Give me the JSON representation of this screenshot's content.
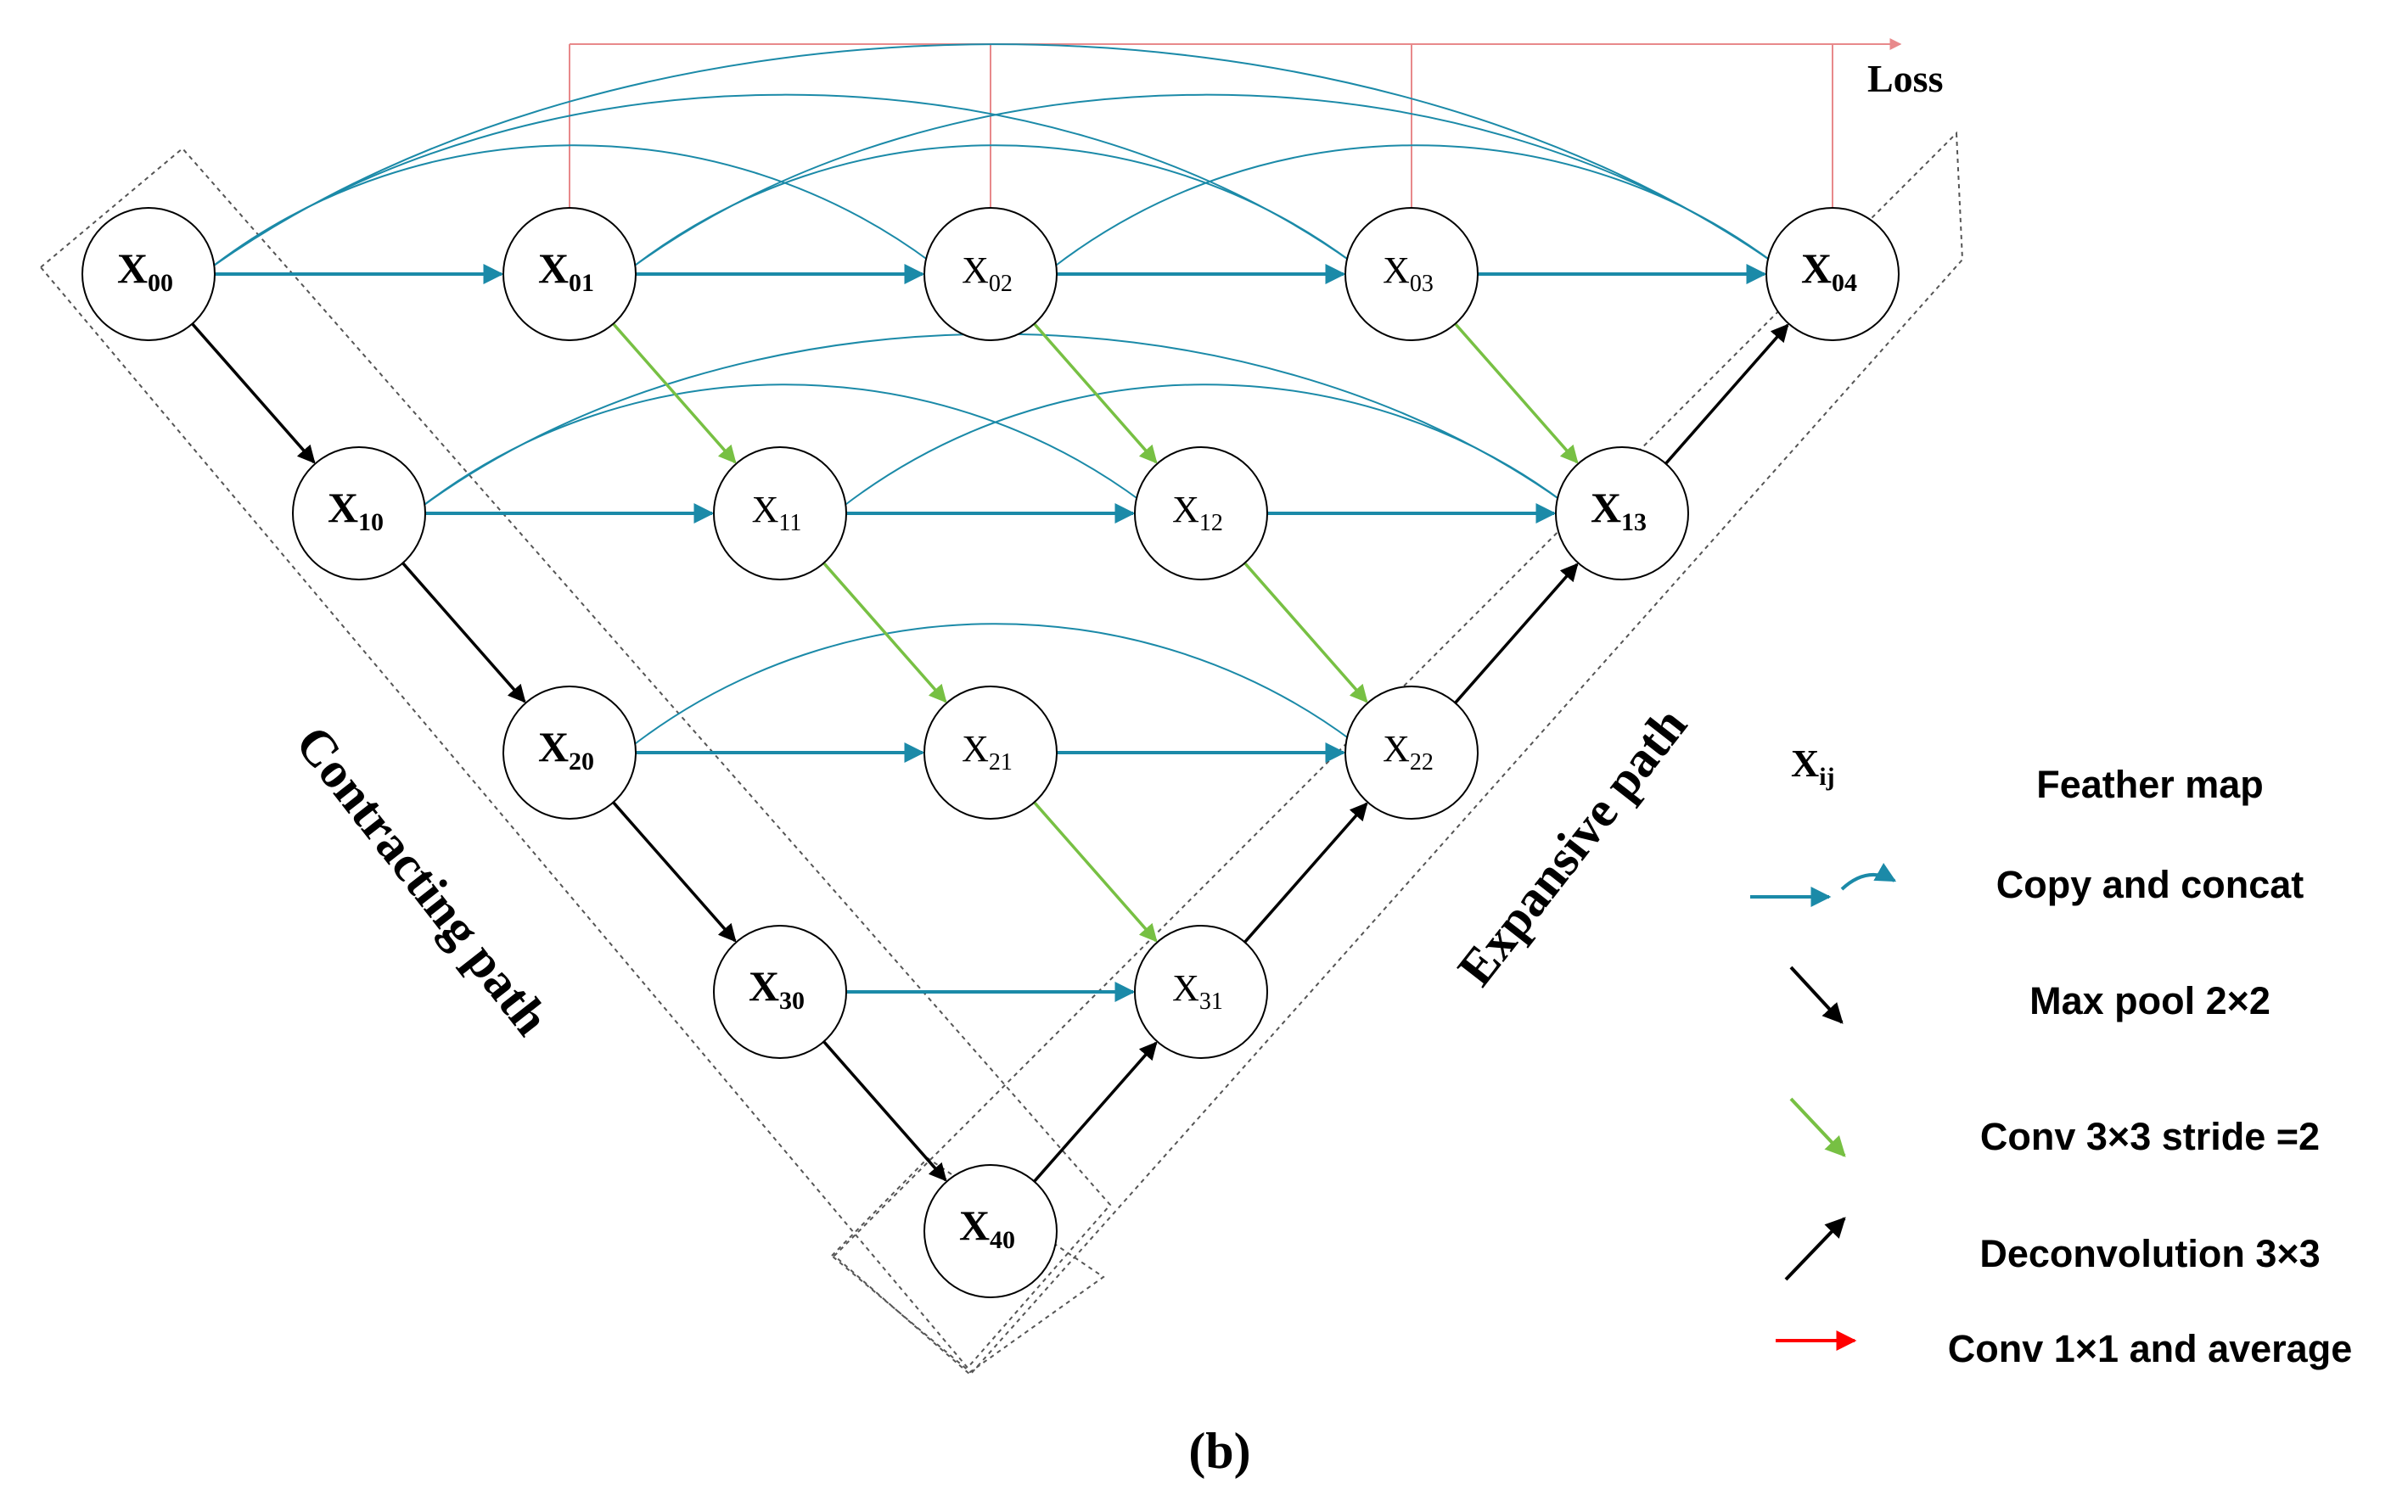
{
  "loss_label": "Loss",
  "caption": "(b)",
  "path_labels": {
    "contracting": "Contracting path",
    "expansive": "Expansive path"
  },
  "colors": {
    "skip": "#1b8aa8",
    "maxpool": "#000000",
    "conv": "#77c043",
    "deconv": "#000000",
    "loss": "#e8898b",
    "loss_legend": "#ff0000"
  },
  "nodes": [
    {
      "id": "00",
      "base": "X",
      "sub": "00",
      "bold": true
    },
    {
      "id": "01",
      "base": "X",
      "sub": "01",
      "bold": true
    },
    {
      "id": "02",
      "base": "X",
      "sub": "02",
      "bold": false
    },
    {
      "id": "03",
      "base": "X",
      "sub": "03",
      "bold": false
    },
    {
      "id": "04",
      "base": "X",
      "sub": "04",
      "bold": true
    },
    {
      "id": "10",
      "base": "X",
      "sub": "10",
      "bold": true
    },
    {
      "id": "11",
      "base": "X",
      "sub": "11",
      "bold": false
    },
    {
      "id": "12",
      "base": "X",
      "sub": "12",
      "bold": false
    },
    {
      "id": "13",
      "base": "X",
      "sub": "13",
      "bold": true
    },
    {
      "id": "20",
      "base": "X",
      "sub": "20",
      "bold": true
    },
    {
      "id": "21",
      "base": "X",
      "sub": "21",
      "bold": false
    },
    {
      "id": "22",
      "base": "X",
      "sub": "22",
      "bold": false
    },
    {
      "id": "30",
      "base": "X",
      "sub": "30",
      "bold": true
    },
    {
      "id": "31",
      "base": "X",
      "sub": "31",
      "bold": false
    },
    {
      "id": "40",
      "base": "X",
      "sub": "40",
      "bold": true
    }
  ],
  "edges": {
    "skip_straight": [
      [
        "00",
        "01"
      ],
      [
        "01",
        "02"
      ],
      [
        "02",
        "03"
      ],
      [
        "03",
        "04"
      ],
      [
        "10",
        "11"
      ],
      [
        "11",
        "12"
      ],
      [
        "12",
        "13"
      ],
      [
        "20",
        "21"
      ],
      [
        "21",
        "22"
      ],
      [
        "30",
        "31"
      ]
    ],
    "skip_curved": [
      [
        "00",
        "02"
      ],
      [
        "00",
        "03"
      ],
      [
        "00",
        "04"
      ],
      [
        "01",
        "03"
      ],
      [
        "01",
        "04"
      ],
      [
        "02",
        "04"
      ],
      [
        "10",
        "12"
      ],
      [
        "10",
        "13"
      ],
      [
        "11",
        "13"
      ],
      [
        "20",
        "22"
      ]
    ],
    "maxpool": [
      [
        "00",
        "10"
      ],
      [
        "10",
        "20"
      ],
      [
        "20",
        "30"
      ],
      [
        "30",
        "40"
      ]
    ],
    "conv": [
      [
        "01",
        "11"
      ],
      [
        "02",
        "12"
      ],
      [
        "03",
        "13"
      ],
      [
        "11",
        "21"
      ],
      [
        "12",
        "22"
      ],
      [
        "21",
        "31"
      ]
    ],
    "deconv": [
      [
        "40",
        "31"
      ],
      [
        "31",
        "22"
      ],
      [
        "22",
        "13"
      ],
      [
        "13",
        "04"
      ]
    ],
    "loss_sources": [
      "01",
      "02",
      "03",
      "04"
    ]
  },
  "legend": {
    "feature_symbol": {
      "base": "X",
      "sub": "ij"
    },
    "items": [
      {
        "key": "feature",
        "label": "Feather map"
      },
      {
        "key": "skip",
        "label": "Copy and concat"
      },
      {
        "key": "maxpool",
        "label": "Max pool 2×2"
      },
      {
        "key": "conv",
        "label": "Conv 3×3 stride =2"
      },
      {
        "key": "deconv",
        "label": "Deconvolution 3×3"
      },
      {
        "key": "loss",
        "label": "Conv 1×1 and average"
      }
    ]
  }
}
